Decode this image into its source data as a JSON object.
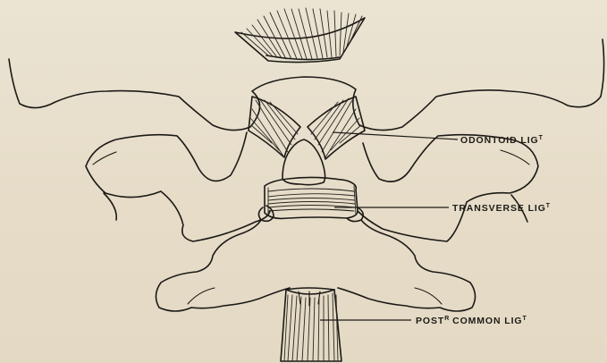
{
  "labels": {
    "odontoid": {
      "main": "ODONTOID LIG",
      "sup": "T"
    },
    "transverse": {
      "main": "TRANSVERSE LIG",
      "sup": "T"
    },
    "posterior_common": {
      "pre": "POST",
      "pre_sup": "R",
      "main": " COMMON LIG",
      "sup": "T"
    }
  },
  "colors": {
    "paper": "#e9e1cf",
    "ink": "#1c1a16"
  }
}
